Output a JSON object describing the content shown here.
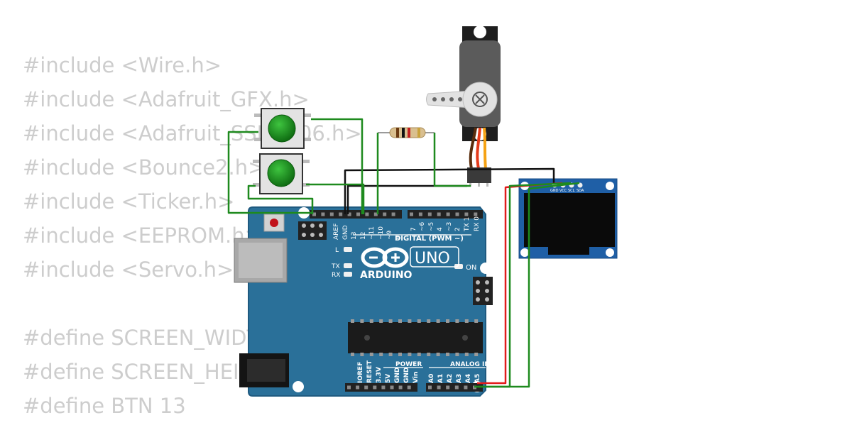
{
  "code_lines": [
    "#include <Wire.h>",
    "#include <Adafruit_GFX.h>",
    "#include <Adafruit_SSD1306.h>",
    "#include <Bounce2.h>",
    "#include <Ticker.h>",
    "#include <EEPROM.h>",
    "#include <Servo.h>",
    "",
    "#define SCREEN_WIDTH",
    "#define SCREEN_HEIGHT",
    "#define BTN 13"
  ],
  "arduino": {
    "brand": "ARDUINO",
    "model": "UNO",
    "led_l": "L",
    "led_tx": "TX",
    "led_rx": "RX",
    "led_on": "ON",
    "digital_header": "DIGITAL (PWM ~)",
    "power_header": "POWER",
    "analog_header": "ANALOG IN",
    "digital_pins": [
      "AREF",
      "GND",
      "13",
      "12",
      "~11",
      "~10",
      "~9",
      "8",
      "7",
      "~6",
      "~5",
      "4",
      "~3",
      "2",
      "TX 1",
      "RX 0"
    ],
    "power_pins": [
      "IOREF",
      "RESET",
      "3.3V",
      "5V",
      "GND",
      "GND",
      "Vin"
    ],
    "analog_pins": [
      "A0",
      "A1",
      "A2",
      "A3",
      "A4",
      "A5"
    ]
  },
  "oled": {
    "pins": [
      "GND",
      "VCC",
      "SCL",
      "SDA"
    ]
  },
  "colors": {
    "code_text": "#cdcdcd",
    "board": "#2a7099",
    "board_border": "#1f5a80",
    "silk": "#ffffff",
    "wire_green": "#1e8a1e",
    "wire_black": "#111111",
    "wire_red": "#e11b1b",
    "servo_body": "#5b5b5b",
    "button_cap": "#17861b",
    "oled_pcb": "#1f5fa6",
    "oled_screen": "#0a0a0a"
  }
}
